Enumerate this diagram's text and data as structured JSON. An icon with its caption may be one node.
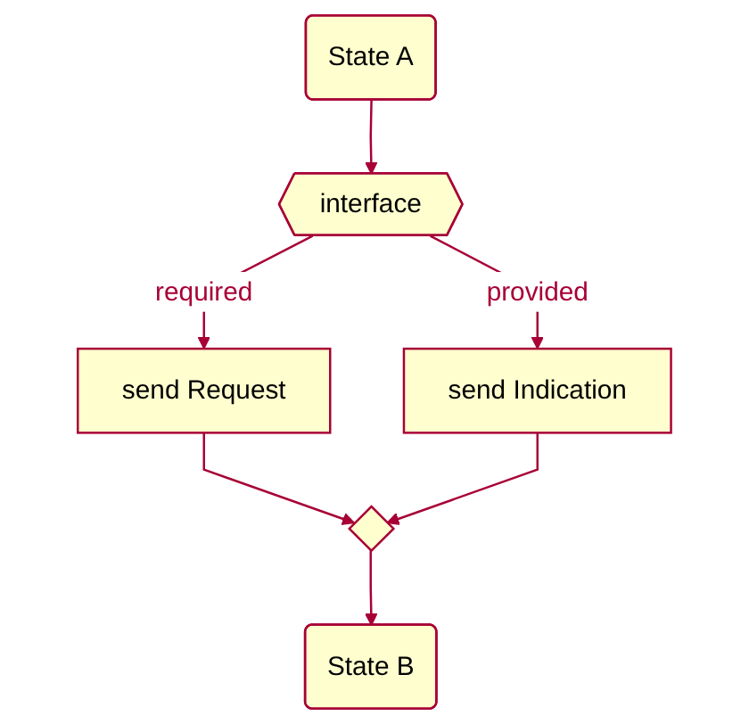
{
  "diagram": {
    "nodes": [
      {
        "text": [
          "State A"
        ]
      },
      {
        "text": [
          "interface"
        ]
      },
      {
        "text": [
          "send Request"
        ]
      },
      {
        "text": [
          "send Indication"
        ]
      },
      {
        "text": [],
        "shape": "diamond"
      },
      {
        "text": [
          "State B"
        ]
      }
    ],
    "edges": [
      {
        "from": 0,
        "to": 1,
        "arrow": "to"
      },
      {
        "from": 1,
        "to": 2,
        "arrow": "to",
        "label": "required"
      },
      {
        "from": 1,
        "to": 3,
        "arrow": "to",
        "label": "provided"
      },
      {
        "from": 2,
        "to": 4,
        "arrow": "to"
      },
      {
        "from": 3,
        "to": 4,
        "arrow": "to"
      },
      {
        "from": 4,
        "to": 5,
        "arrow": "to"
      }
    ]
  }
}
